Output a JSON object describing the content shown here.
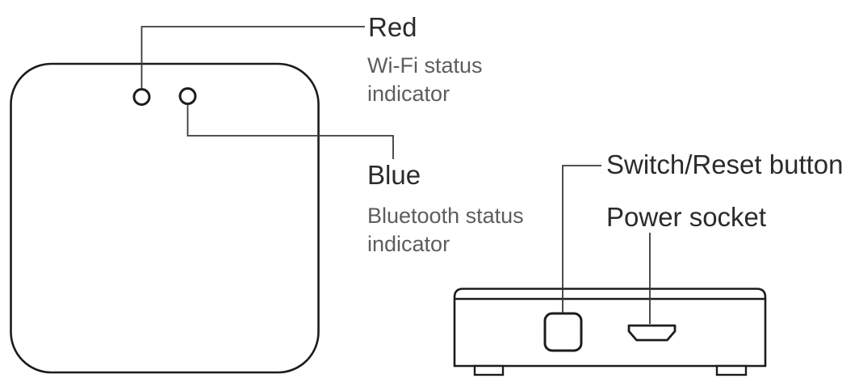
{
  "callouts": {
    "red": {
      "label": "Red",
      "description": "Wi-Fi status indicator"
    },
    "blue": {
      "label": "Blue",
      "description": "Bluetooth status indicator"
    },
    "switch_reset": {
      "label": "Switch/Reset button"
    },
    "power_socket": {
      "label": "Power socket"
    }
  },
  "colors": {
    "background": "#ffffff",
    "outline": "#1c1c1c",
    "leader_line": "#3a3a3a",
    "label_text": "#2b2b2b",
    "description_text": "#5d5d5d"
  }
}
